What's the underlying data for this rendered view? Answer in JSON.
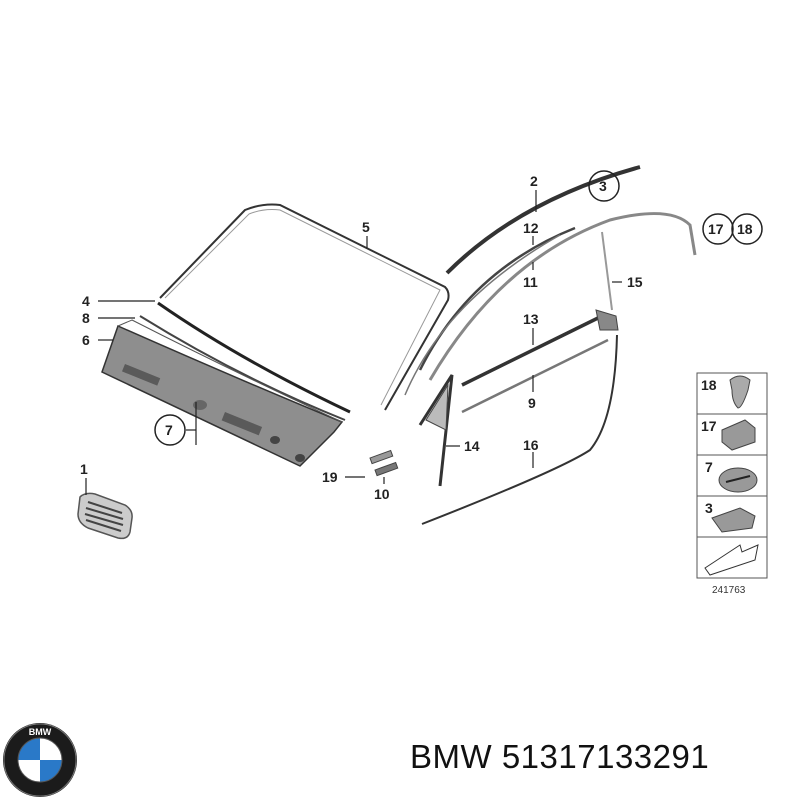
{
  "callouts": {
    "c1": "1",
    "c2": "2",
    "c3": "3",
    "c4": "4",
    "c5": "5",
    "c6": "6",
    "c7": "7",
    "c8": "8",
    "c9": "9",
    "c10": "10",
    "c11": "11",
    "c12": "12",
    "c13": "13",
    "c14": "14",
    "c15": "15",
    "c16": "16",
    "c17": "17",
    "c18": "18",
    "c19": "19"
  },
  "legend": {
    "items": [
      "18",
      "17",
      "7",
      "3"
    ],
    "diagram_number": "241763"
  },
  "caption": {
    "brand": "BMW",
    "part_number": "51317133291",
    "logo_text": "BMW"
  }
}
